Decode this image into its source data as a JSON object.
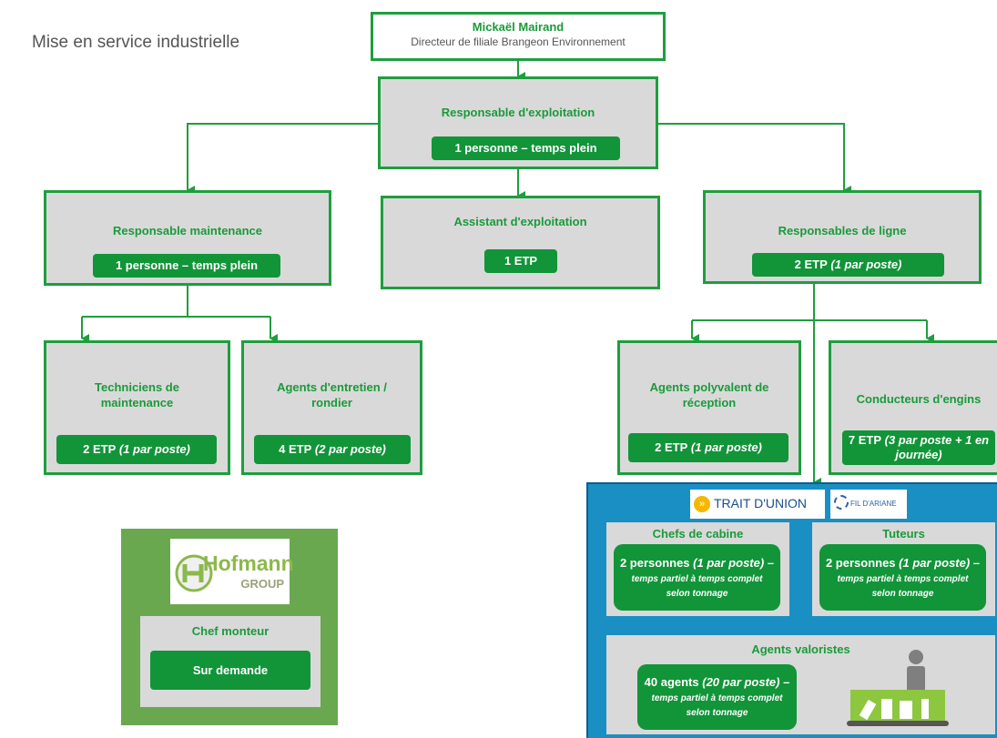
{
  "page": {
    "heading": "Mise en service industrielle"
  },
  "director": {
    "name": "Mickaël Mairand",
    "role": "Directeur de filiale Brangeon Environnement"
  },
  "exploitation": {
    "title": "Responsable d'exploitation",
    "detail": "1 personne – temps plein"
  },
  "maintenance": {
    "title": "Responsable maintenance",
    "detail": "1 personne – temps plein"
  },
  "assistant": {
    "title": "Assistant d'exploitation",
    "detail": "1 ETP"
  },
  "lignes": {
    "title": "Responsables de ligne",
    "detail_main": "2 ETP",
    "detail_note": "(1 par poste)"
  },
  "techniciens": {
    "title": "Techniciens de maintenance",
    "detail_main": "2 ETP",
    "detail_note": "(1 par poste)"
  },
  "agents_entretien": {
    "title": "Agents d'entretien / rondier",
    "detail_main": "4 ETP",
    "detail_note": "(2 par poste)"
  },
  "agents_reception": {
    "title": "Agents polyvalent de réception",
    "detail_main": "2 ETP",
    "detail_note": "(1 par poste)"
  },
  "conducteurs": {
    "title": "Conducteurs d'engins",
    "detail_main": "7 ETP",
    "detail_note": "(3 par poste + 1 en journée)"
  },
  "hofmann": {
    "logo_text_1": "Hofmann",
    "logo_text_2": "GROUP",
    "title": "Chef monteur",
    "detail": "Sur demande"
  },
  "insertion": {
    "logo_trait": "TRAIT D'UNION",
    "logo_fil": "FIL D'ARIANE",
    "chefs": {
      "title": "Chefs de cabine",
      "main": "2 personnes",
      "note": "(1 par poste)",
      "dash": " – ",
      "small": "temps partiel à temps complet selon tonnage"
    },
    "tuteurs": {
      "title": "Tuteurs",
      "main": "2 personnes",
      "note": "(1 par poste)",
      "dash": " – ",
      "small": "temps partiel à temps complet selon tonnage"
    },
    "valoristes": {
      "title": "Agents valoristes",
      "main": "40 agents",
      "note": "(20 par poste)",
      "dash": " – ",
      "small": "temps partiel à temps complet selon tonnage"
    }
  },
  "colors": {
    "green": "#1e9e3e",
    "pill": "#129439",
    "box": "#d9d9d9",
    "blue": "#1a8fc4",
    "olive": "#6aa84f"
  }
}
